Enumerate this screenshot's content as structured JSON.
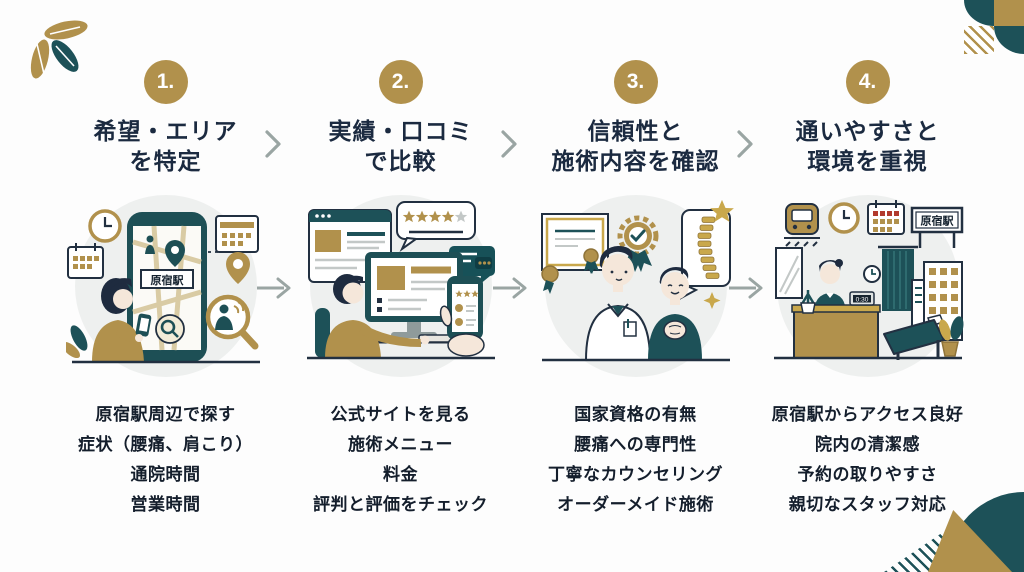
{
  "palette": {
    "gold": "#b1914c",
    "teal": "#1d5158",
    "navy": "#1b2a40",
    "arrow_gray": "#9aa5a3",
    "illus_bg": "#eef0ef"
  },
  "steps": [
    {
      "number": "1.",
      "title1": "希望・エリア",
      "title2": "を特定",
      "illustration_alt": "woman-searching-clinic-map-on-smartphone",
      "map_label": "原宿駅",
      "items": [
        "原宿駅周辺で探す",
        "症状（腰痛、肩こり）",
        "通院時間",
        "営業時間"
      ]
    },
    {
      "number": "2.",
      "title1": "実績・口コミ",
      "title2": "で比較",
      "illustration_alt": "man-comparing-reviews-on-computer-and-phone",
      "items": [
        "公式サイトを見る",
        "施術メニュー",
        "料金",
        "評判と評価をチェック"
      ]
    },
    {
      "number": "3.",
      "title1": "信頼性と",
      "title2": "施術内容を確認",
      "illustration_alt": "practitioner-and-patient-with-certificate-and-medal",
      "items": [
        "国家資格の有無",
        "腰痛への専門性",
        "丁寧なカウンセリング",
        "オーダーメイド施術"
      ]
    },
    {
      "number": "4.",
      "title1": "通いやすさと",
      "title2": "環境を重視",
      "illustration_alt": "clinic-reception-near-harajuku-station",
      "sign_label": "原宿駅",
      "clock_display": "0:30",
      "items": [
        "原宿駅からアクセス良好",
        "院内の清潔感",
        "予約の取りやすさ",
        "親切なスタッフ対応"
      ]
    }
  ]
}
